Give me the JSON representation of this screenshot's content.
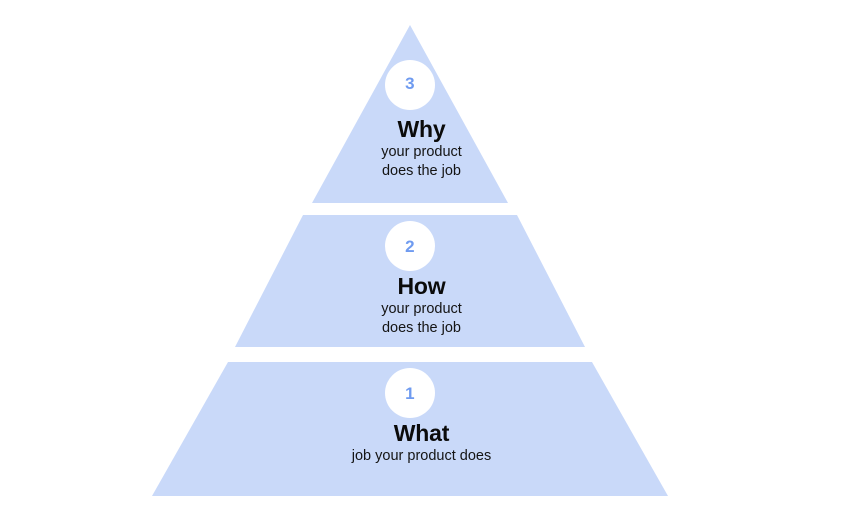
{
  "diagram": {
    "type": "pyramid",
    "shape_fill": "#c9d9f9",
    "background": "#ffffff",
    "number_color": "#6f9bf0",
    "badge_fill": "#ffffff",
    "text_color": "#0b0b0b",
    "tiers": [
      {
        "position": "top",
        "number": "3",
        "heading": "Why",
        "sub_line_1": "your product",
        "sub_line_2": "does the job"
      },
      {
        "position": "middle",
        "number": "2",
        "heading": "How",
        "sub_line_1": "your product",
        "sub_line_2": "does the job"
      },
      {
        "position": "bottom",
        "number": "1",
        "heading": "What",
        "sub_line_1": "job your product does",
        "sub_line_2": ""
      }
    ]
  }
}
